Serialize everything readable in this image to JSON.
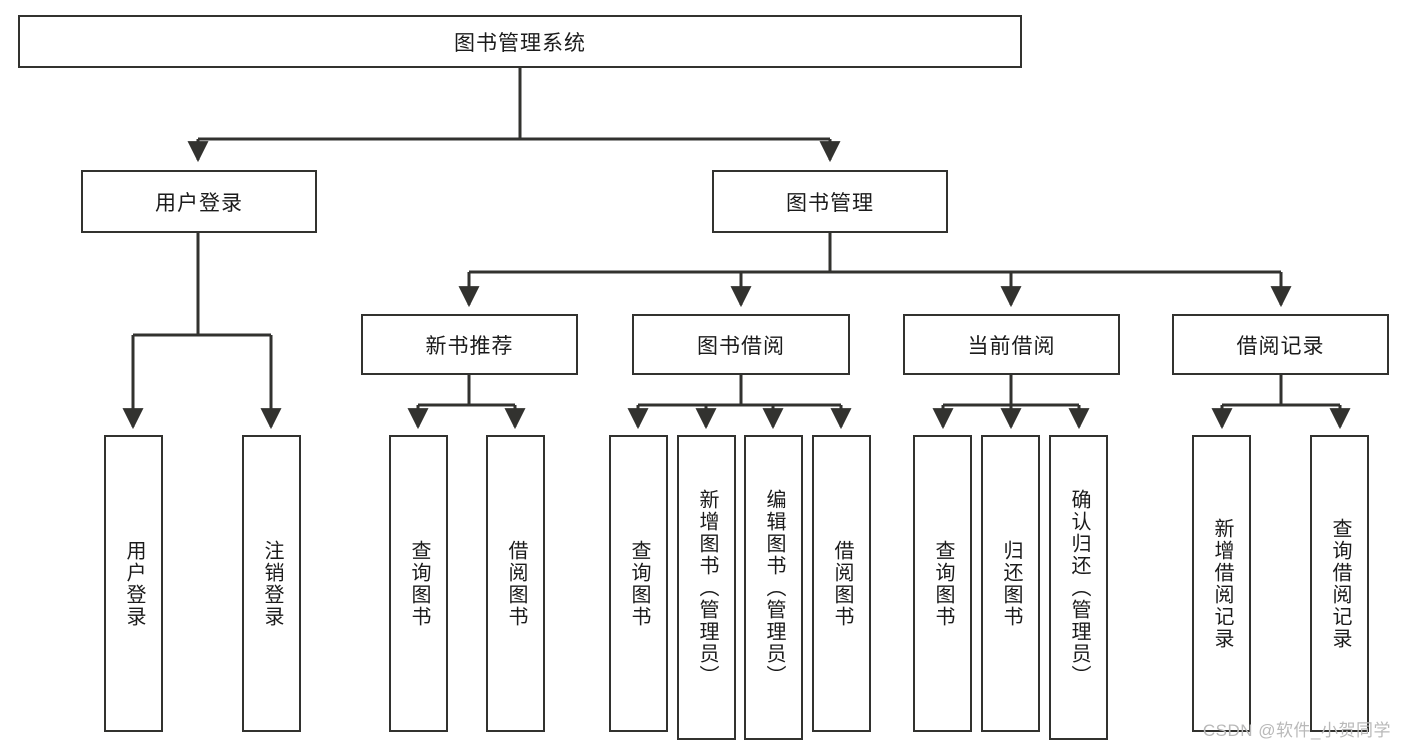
{
  "diagram": {
    "title": "图书管理系统",
    "watermark": "CSDN @软件_小贺同学",
    "colors": {
      "stroke": "#32322f",
      "fill": "#ffffff",
      "text": "#1b1b1b",
      "watermark": "#b9b9b9"
    },
    "nodes": {
      "root": {
        "label": "图书管理系统"
      },
      "level2": [
        {
          "label": "用户登录"
        },
        {
          "label": "图书管理"
        }
      ],
      "level3": [
        {
          "label": "新书推荐"
        },
        {
          "label": "图书借阅"
        },
        {
          "label": "当前借阅"
        },
        {
          "label": "借阅记录"
        }
      ],
      "login_children": [
        {
          "label": "用户登录"
        },
        {
          "label": "注销登录"
        }
      ],
      "recommend_children": [
        {
          "label": "查询图书"
        },
        {
          "label": "借阅图书"
        }
      ],
      "borrow_children": [
        {
          "label": "查询图书"
        },
        {
          "label": "新增图书（管理员）"
        },
        {
          "label": "编辑图书（管理员）"
        },
        {
          "label": "借阅图书"
        }
      ],
      "current_children": [
        {
          "label": "查询图书"
        },
        {
          "label": "归还图书"
        },
        {
          "label": "确认归还（管理员）"
        }
      ],
      "record_children": [
        {
          "label": "新增借阅记录"
        },
        {
          "label": "查询借阅记录"
        }
      ]
    }
  }
}
